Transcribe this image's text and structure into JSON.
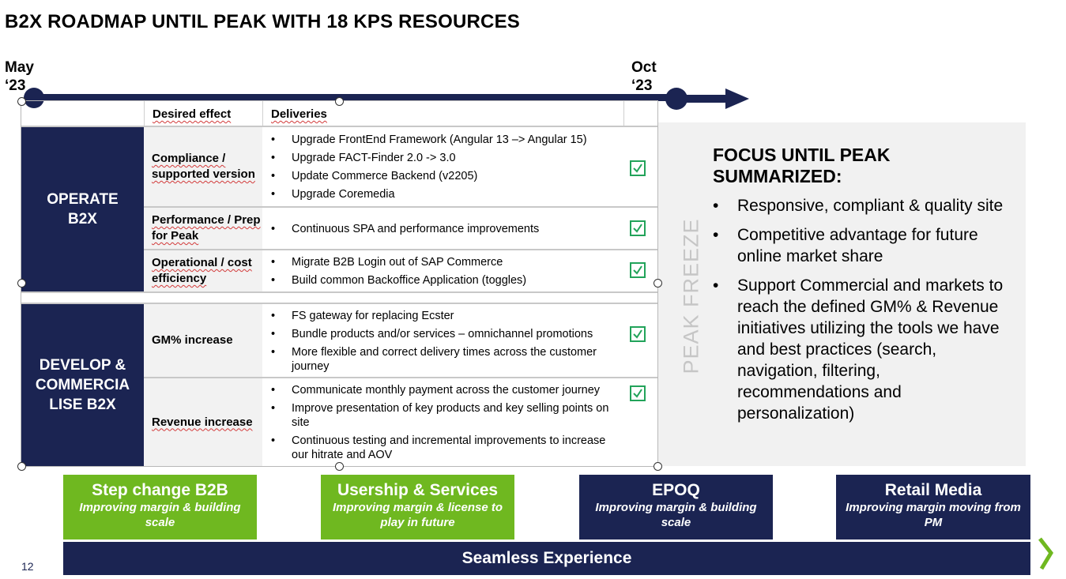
{
  "title": "B2X ROADMAP UNTIL PEAK WITH 18 KPS RESOURCES",
  "timeline": {
    "start": "May\n‘23",
    "end": "Oct\n‘23"
  },
  "table": {
    "headers": {
      "effect": "Desired effect",
      "deliveries": "Deliveries"
    },
    "groups": [
      {
        "label": "OPERATE B2X"
      },
      {
        "label": "DEVELOP & COMMERCIA LISE B2X"
      }
    ],
    "rows": [
      {
        "effect": "Compliance / supported version",
        "deliveries": [
          "Upgrade FrontEnd Framework (Angular 13 –> Angular 15)",
          "Upgrade FACT-Finder 2.0 -> 3.0",
          "Update Commerce Backend (v2205)",
          "Upgrade Coremedia"
        ]
      },
      {
        "effect": "Performance / Prep for Peak",
        "deliveries": [
          "Continuous SPA and performance improvements"
        ]
      },
      {
        "effect": "Operational / cost efficiency",
        "deliveries": [
          "Migrate B2B Login out of SAP Commerce",
          "Build common Backoffice Application (toggles)"
        ]
      },
      {
        "effect": "GM% increase",
        "deliveries": [
          "FS gateway for replacing Ecster",
          "Bundle products and/or services – omnichannel promotions",
          "More flexible and correct delivery times across the customer journey"
        ]
      },
      {
        "effect": "Revenue increase",
        "deliveries": [
          "Communicate monthly payment across the customer journey",
          "Improve presentation of key products and key selling points on site",
          "Continuous testing and incremental improvements to increase our hitrate and AOV"
        ]
      }
    ]
  },
  "peak_freeze": "PEAK FREEZE",
  "focus": {
    "title": "FOCUS UNTIL PEAK SUMMARIZED:",
    "items": [
      "Responsive, compliant & quality site",
      "Competitive advantage for future online market share",
      "Support Commercial and markets to reach the defined GM% & Revenue initiatives utilizing the tools we have and best practices (search, navigation, filtering, recommendations and personalization)"
    ]
  },
  "pillars": [
    {
      "title": "Step change B2B",
      "subtitle": "Improving margin & building scale",
      "color": "#6fb820"
    },
    {
      "title": "Usership & Services",
      "subtitle": "Improving margin & license to play in future",
      "color": "#6fb820"
    },
    {
      "title": "EPOQ",
      "subtitle": "Improving margin &  building scale",
      "color": "#1b2452"
    },
    {
      "title": "Retail Media",
      "subtitle": "Improving margin moving from PM",
      "color": "#1b2452"
    }
  ],
  "footer": {
    "banner": "Seamless Experience",
    "page_number": "12"
  },
  "colors": {
    "navy": "#1b2452",
    "green": "#6fb820",
    "check": "#22a35a",
    "freeze_bg": "#f1f1f1"
  },
  "icons": {
    "check": "checkbox-checked-icon",
    "logo": "chevron-logo-icon"
  }
}
